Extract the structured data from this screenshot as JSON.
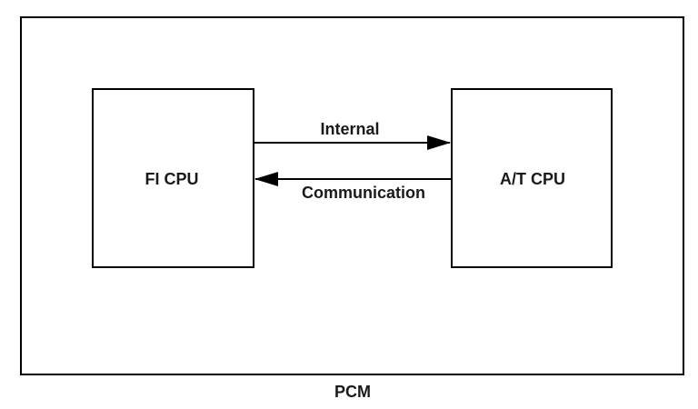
{
  "diagram": {
    "outer_label": "PCM",
    "left_block": {
      "label": "FI CPU"
    },
    "right_block": {
      "label": "A/T CPU"
    },
    "link_top_label": "Internal",
    "link_bottom_label": "Communication"
  }
}
